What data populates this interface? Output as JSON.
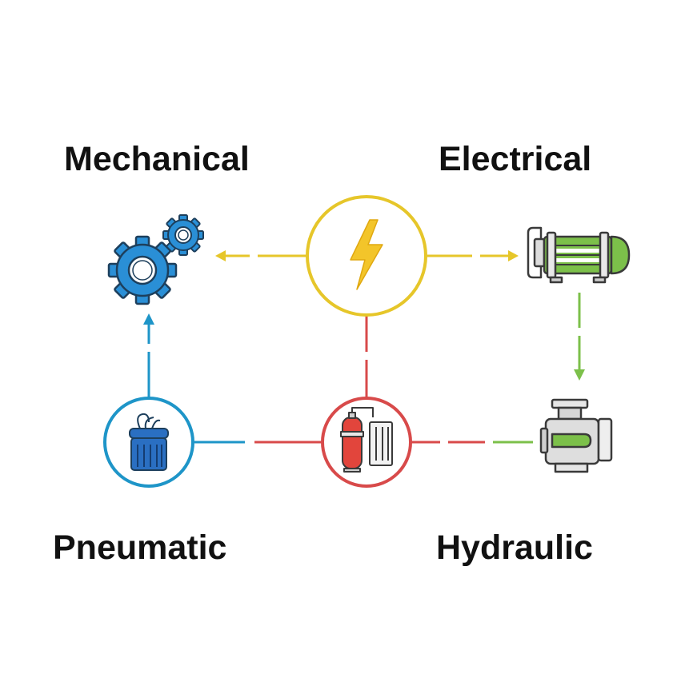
{
  "labels": {
    "mechanical": "Mechanical",
    "electrical": "Electrical",
    "pneumatic": "Pneumatic",
    "hydraulic": "Hydraulic"
  },
  "icons": {
    "center": "lightning-bolt-icon",
    "mechanical": "gears-icon",
    "electrical": "electric-motor-icon",
    "pneumatic": "pneumatic-cylinder-icon",
    "hydraulic": "hydraulic-pump-icon",
    "accumulator": "hydraulic-accumulator-icon"
  },
  "colors": {
    "electrical": "#e6c62a",
    "mechanical": "#2a8fd6",
    "pneumatic": "#1e95c8",
    "hydraulic_link": "#d84a4a",
    "motor_green": "#7cc04a",
    "text": "#111111"
  }
}
